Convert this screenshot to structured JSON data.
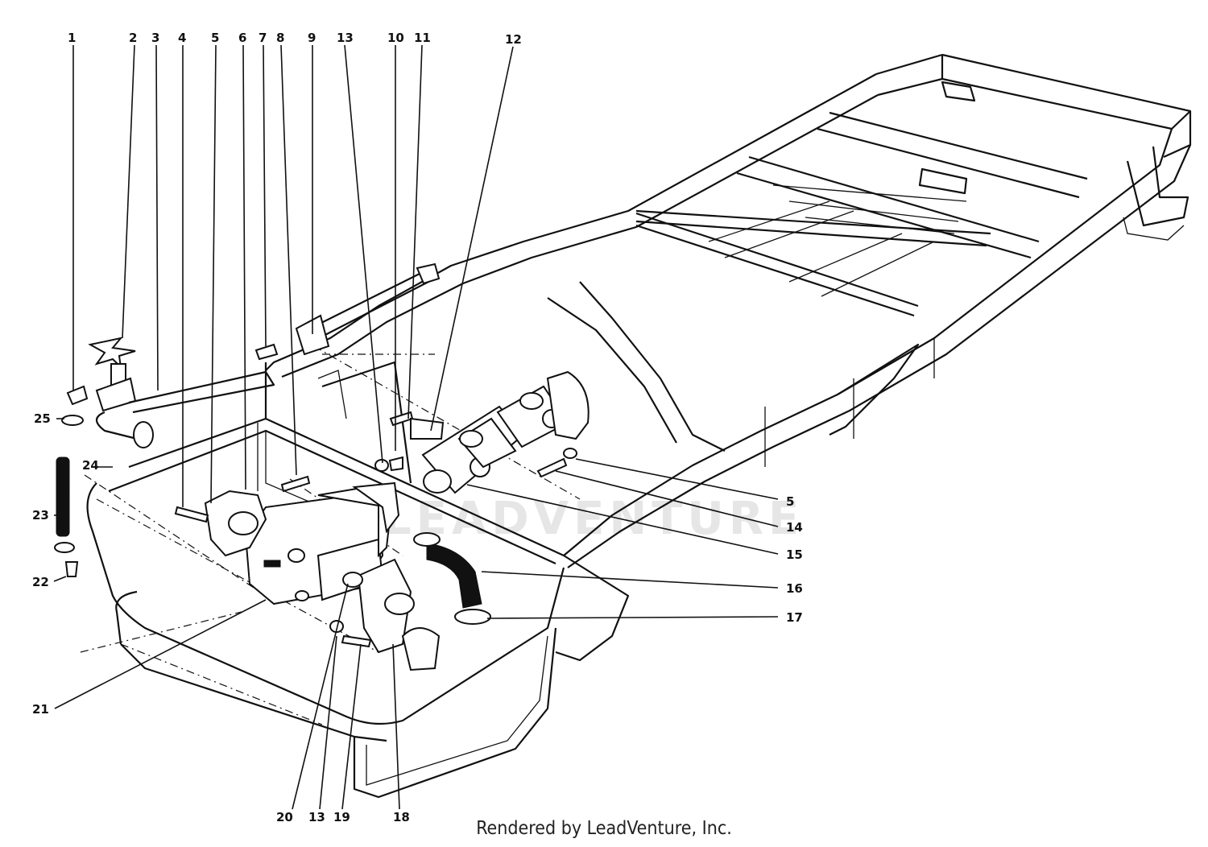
{
  "watermark": "LEADVENTURE",
  "credit": "Rendered by LeadVenture, Inc.",
  "callouts": [
    "1",
    "2",
    "3",
    "4",
    "5",
    "6",
    "7",
    "8",
    "9",
    "13",
    "10",
    "11",
    "12",
    "25",
    "24",
    "23",
    "22",
    "21",
    "5",
    "14",
    "15",
    "16",
    "17",
    "20",
    "13",
    "19",
    "18"
  ]
}
